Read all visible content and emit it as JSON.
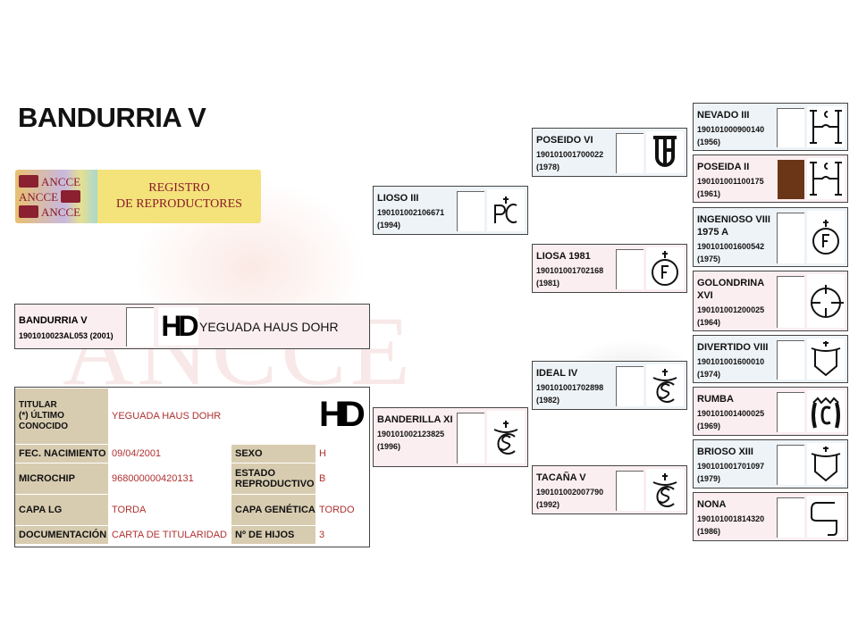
{
  "title": "BANDURRIA V",
  "logo": {
    "ancce": "ANCCE",
    "line1": "REGISTRO",
    "line2": "DE REPRODUCTORES"
  },
  "watermark": "ANCCE",
  "horse": {
    "name": "BANDURRIA V",
    "id_year": "1901010023AL053  (2001)",
    "brand_text": "HD",
    "ganaderia": "YEGUADA HAUS DOHR"
  },
  "info": {
    "brand_text": "HD",
    "titular_label": "TITULAR\n(*) ÚLTIMO\nCONOCIDO",
    "titular_value": "YEGUADA HAUS DOHR",
    "fec_label": "FEC. NACIMIENTO",
    "fec_value": "09/04/2001",
    "sexo_label": "SEXO",
    "sexo_value": "H",
    "microchip_label": "MICROCHIP",
    "microchip_value": "968000000420131",
    "estado_label": "ESTADO REPRODUCTIVO",
    "estado_value": "B",
    "capa_label": "CAPA LG",
    "capa_value": "TORDA",
    "capagen_label": "CAPA GENÉTICA",
    "capagen_value": "TORDO",
    "doc_label": "DOCUMENTACIÓN",
    "doc_value": "CARTA DE TITULARIDAD",
    "hijos_label": "Nº DE HIJOS",
    "hijos_value": "3"
  },
  "colors": {
    "blue_box": "#eef3f7",
    "pink_box": "#fbeef0",
    "label_bg": "#d8ccb0",
    "value_text": "#b03030"
  },
  "pedigree": [
    {
      "role": "sire",
      "name": "LIOSO III",
      "number": "190101002106671",
      "year": "(1994)",
      "brand": "pc-cross",
      "sex": "m"
    },
    {
      "role": "dam",
      "name": "BANDERILLA XI",
      "number": "190101002123825",
      "year": "(1996)",
      "brand": "s-crown",
      "sex": "f"
    },
    {
      "role": "sire-sire",
      "name": "POSEIDO VI",
      "number": "190101001700022",
      "year": "(1978)",
      "brand": "tf-shield",
      "sex": "m"
    },
    {
      "role": "sire-dam",
      "name": "LIOSA 1981",
      "number": "190101001702168",
      "year": "(1981)",
      "brand": "f-circle",
      "sex": "f"
    },
    {
      "role": "dam-sire",
      "name": "IDEAL IV",
      "number": "190101001702898",
      "year": "(1982)",
      "brand": "s-crown",
      "sex": "m"
    },
    {
      "role": "dam-dam",
      "name": "TACAÑA V",
      "number": "190101002007790",
      "year": "(1992)",
      "brand": "s-crown",
      "sex": "f"
    },
    {
      "role": "sss",
      "name": "NEVADO III",
      "number": "190101000900140",
      "year": "(1956)",
      "brand": "h-c",
      "sex": "m"
    },
    {
      "role": "ssd",
      "name": "POSEIDA II",
      "number": "190101001100175",
      "year": "(1961)",
      "brand": "h-c",
      "sex": "f",
      "photo_color": "#6b3518"
    },
    {
      "role": "sds",
      "name": "INGENIOSO VIII 1975 A",
      "number": "190101001600542",
      "year": "(1975)",
      "brand": "f-circle",
      "sex": "m"
    },
    {
      "role": "sdd",
      "name": "GOLONDRINA XVI",
      "number": "190101001200025",
      "year": "(1964)",
      "brand": "circle-cross",
      "sex": "f"
    },
    {
      "role": "dss",
      "name": "DIVERTIDO VIII",
      "number": "190101001600010",
      "year": "(1974)",
      "brand": "shield-crown",
      "sex": "m"
    },
    {
      "role": "dsd",
      "name": "RUMBA",
      "number": "190101001400025",
      "year": "(1969)",
      "brand": "c-crown",
      "sex": "f"
    },
    {
      "role": "dds",
      "name": "BRIOSO XIII",
      "number": "190101001701097",
      "year": "(1979)",
      "brand": "shield-crown",
      "sex": "m"
    },
    {
      "role": "ddd",
      "name": "NONA",
      "number": "190101001814320",
      "year": "(1986)",
      "brand": "g-hook",
      "sex": "f"
    }
  ]
}
